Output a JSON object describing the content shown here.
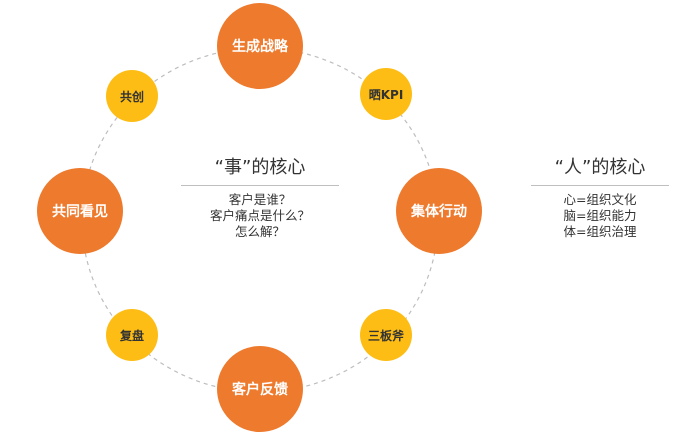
{
  "colors": {
    "major_node": "#ee7a2d",
    "minor_node": "#fdbd14",
    "ring": "#bdbdbd"
  },
  "cycle": {
    "major_nodes": [
      {
        "label": "生成战略"
      },
      {
        "label": "集体行动"
      },
      {
        "label": "客户反馈"
      },
      {
        "label": "共同看见"
      }
    ],
    "minor_nodes": [
      {
        "label": "晒KPI"
      },
      {
        "label": "三板斧"
      },
      {
        "label": "复盘"
      },
      {
        "label": "共创"
      }
    ]
  },
  "center_panel": {
    "title": "“事”的核心",
    "lines": [
      "客户是谁？",
      "客户痛点是什么？",
      "怎么解？"
    ]
  },
  "right_panel": {
    "title": "“人”的核心",
    "lines": [
      "心=组织文化",
      "脑=组织能力",
      "体=组织治理"
    ]
  }
}
